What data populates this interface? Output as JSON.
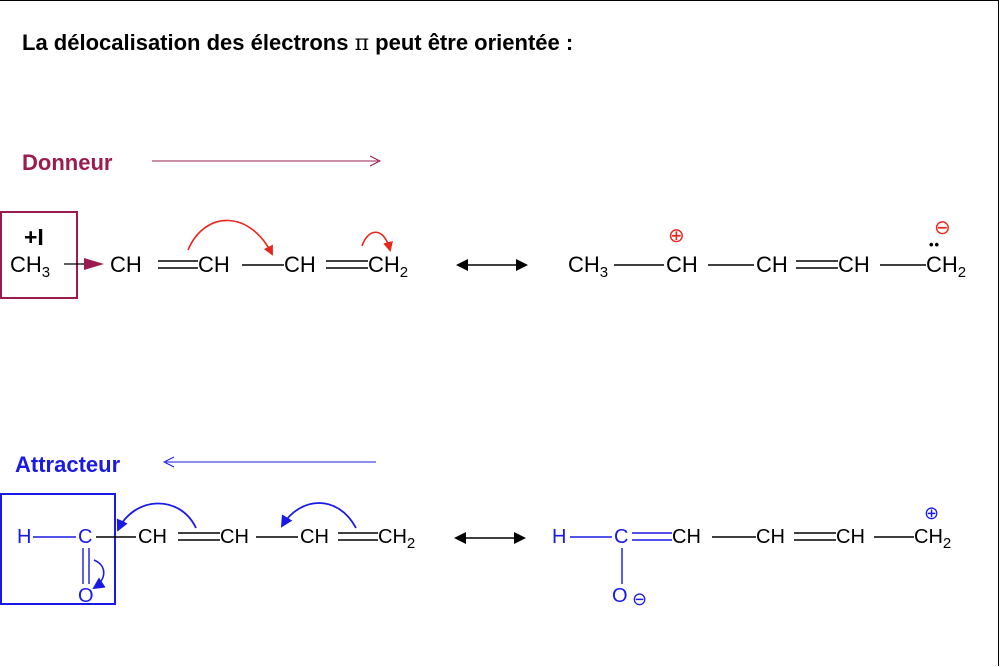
{
  "title": {
    "text_before": "La délocalisation des électrons ",
    "pi": "π",
    "text_after": " peut être orientée :"
  },
  "donneur": {
    "label": "Donneur",
    "effect_label": "+I",
    "left": {
      "ch3": "CH",
      "ch3_sub": "3",
      "ch_a": "CH",
      "ch_b": "CH",
      "ch_c": "CH",
      "ch2": "CH",
      "ch2_sub": "2"
    },
    "right": {
      "ch3": "CH",
      "ch3_sub": "3",
      "ch_a": "CH",
      "ch_b": "CH",
      "ch_c": "CH",
      "ch2": "CH",
      "ch2_sub": "2"
    },
    "plus_charge": "⊕",
    "minus_charge": "⊖",
    "lone_pair": "••"
  },
  "attracteur": {
    "label": "Attracteur",
    "left": {
      "h": "H",
      "c": "C",
      "o": "O",
      "ch_a": "CH",
      "ch_b": "CH",
      "ch_c": "CH",
      "ch2": "CH",
      "ch2_sub": "2"
    },
    "right": {
      "h": "H",
      "c": "C",
      "o": "O",
      "o_charge": "⊖",
      "ch_a": "CH",
      "ch_b": "CH",
      "ch_c": "CH",
      "ch2": "CH",
      "ch2_sub": "2",
      "plus_charge": "⊕"
    }
  },
  "colors": {
    "donneur": "#9b1c4f",
    "attracteur": "#1a1ae6",
    "arrow_red": "#e8261c",
    "text": "#000000"
  }
}
